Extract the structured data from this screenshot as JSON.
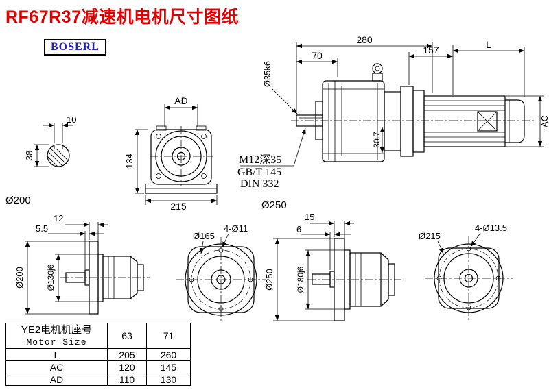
{
  "title": "RF67R37减速机电机尺寸图纸",
  "logo": "BOSERL",
  "colors": {
    "title_red": "#e00000",
    "logo_blue": "#2020c0",
    "line_black": "#000000"
  },
  "views": {
    "shaft_section": {
      "dim_key_width": "10",
      "dim_diameter": "38"
    },
    "front": {
      "dim_width_top": "AD",
      "dim_height": "134",
      "dim_base_width": "215"
    },
    "assembly": {
      "dim_overall": "280",
      "dim_shaft_length": "70",
      "dim_shaft_diameter": "Ø35k6",
      "tap_note_line1": "M12深35",
      "tap_note_line2": "GB/T 145",
      "tap_note_line3": "DIN 332",
      "dim_inner": "30.7",
      "dim_adapter": "157",
      "dim_motor_length": "L",
      "dim_motor_diameter": "AC"
    },
    "side_small": {
      "group_label": "Ø200",
      "dim_flange_thickness": "12",
      "dim_step": "5.5",
      "dim_flange_od": "Ø200",
      "dim_spigot": "Ø130j6"
    },
    "flange_small": {
      "dim_holes": "4-Ø11",
      "dim_bolt_circle": "Ø165"
    },
    "side_large": {
      "group_label": "Ø250",
      "dim_flange_thickness": "15",
      "dim_step": "6",
      "dim_flange_od": "Ø250",
      "dim_spigot": "Ø180j6"
    },
    "flange_large": {
      "dim_holes": "4-Ø13.5",
      "dim_bolt_circle": "Ø215"
    }
  },
  "table": {
    "header_cn": "YE2电机机座号",
    "header_en": "Motor Size",
    "size_columns": [
      "63",
      "71"
    ],
    "rows": [
      {
        "label": "L",
        "values": [
          "205",
          "260"
        ]
      },
      {
        "label": "AC",
        "values": [
          "120",
          "145"
        ]
      },
      {
        "label": "AD",
        "values": [
          "110",
          "130"
        ]
      }
    ]
  }
}
